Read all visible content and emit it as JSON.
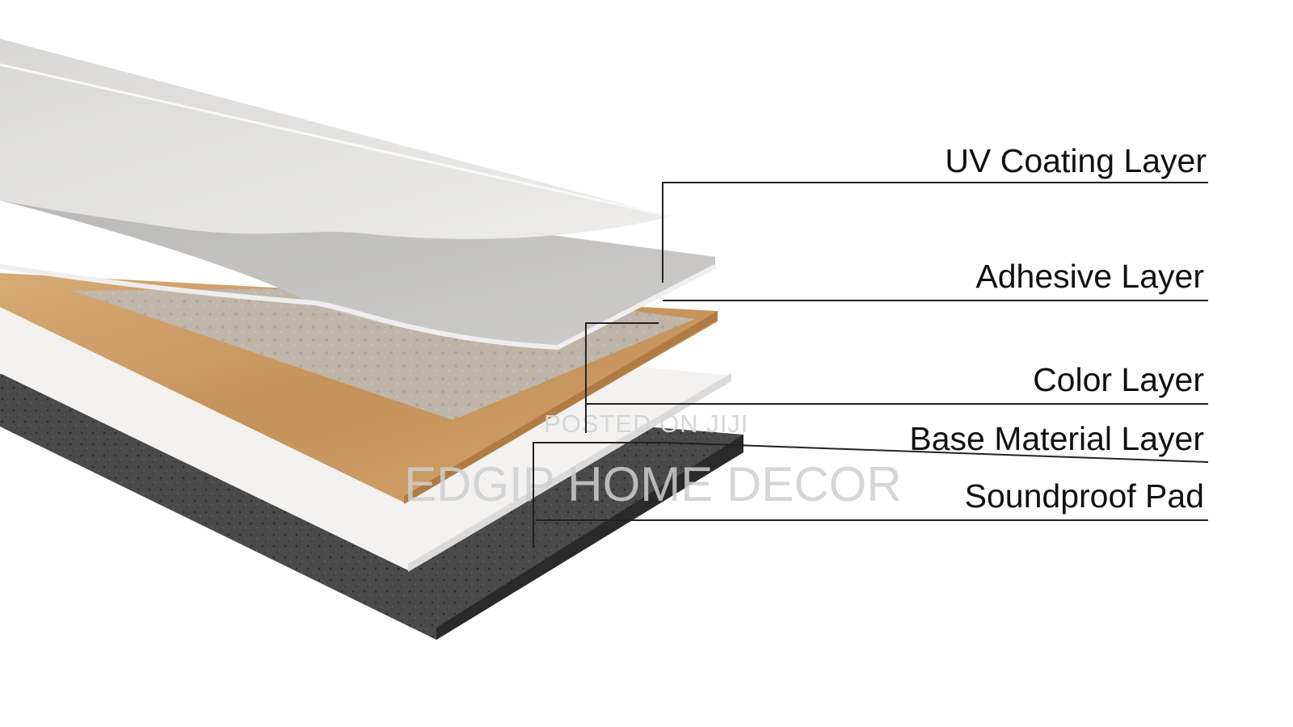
{
  "diagram": {
    "layers": [
      {
        "id": "uv-coating",
        "label": "UV Coating Layer",
        "color": "#e6e4e1"
      },
      {
        "id": "adhesive",
        "label": "Adhesive Layer",
        "color": "#c8c7c5"
      },
      {
        "id": "color",
        "label": "Color Layer",
        "color": "#c99a62"
      },
      {
        "id": "base-material",
        "label": "Base Material Layer",
        "color": "#f2f1ef"
      },
      {
        "id": "soundproof-pad",
        "label": "Soundproof Pad",
        "color": "#3b3b3b"
      }
    ]
  },
  "watermark": {
    "posted": "POSTED ON JIJI",
    "brand": "EDGIP HOME DECOR"
  }
}
